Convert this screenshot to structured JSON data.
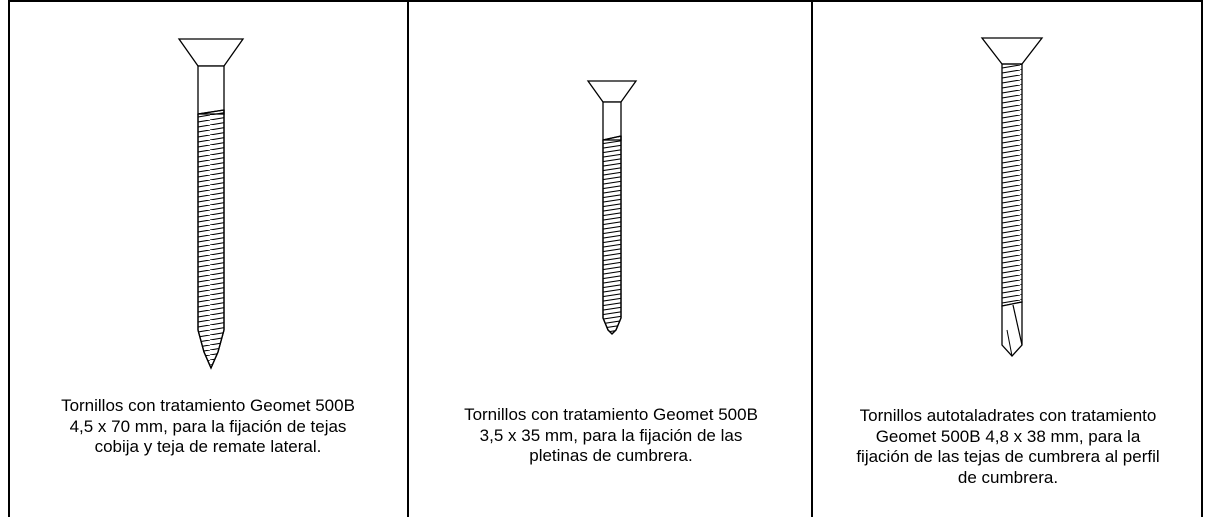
{
  "products": [
    {
      "icon": "screw-icon",
      "caption_lines": [
        "Tornillos con tratamiento Geomet 500B",
        "4,5 x 70 mm, para la fijación de tejas",
        "cobija  y teja de remate lateral."
      ]
    },
    {
      "icon": "screw-icon",
      "caption_lines": [
        "Tornillos con tratamiento Geomet 500B",
        "3,5 x 35 mm, para la fijación de las",
        "pletinas de cumbrera."
      ]
    },
    {
      "icon": "self-drilling-screw-icon",
      "caption_lines": [
        "Tornillos autotaladrates con tratamiento",
        "Geomet 500B 4,8 x 38 mm, para la",
        "fijación de las tejas de cumbrera al perfil",
        "de cumbrera."
      ]
    }
  ]
}
